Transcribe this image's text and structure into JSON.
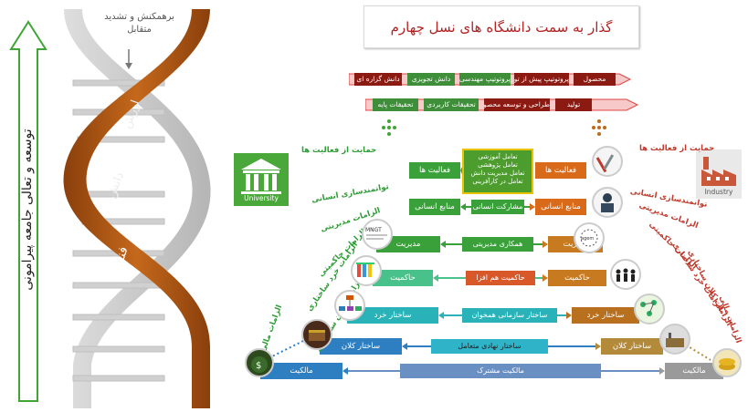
{
  "title": "گذار به سمت دانشگاه های نسل چهارم",
  "left_arrow_label": "توسعه و تعالی جامعه پیرامونی",
  "helix": {
    "top_label_1": "برهمکنش و تشدید",
    "top_label_2": "متقابل",
    "strand_labels": [
      "ارزش",
      "دانش",
      "فناوری"
    ]
  },
  "timeline": {
    "row1": [
      "دانش گزاره ای",
      "دانش تجویزی",
      "پروتوتیپ مهندسی",
      "پروتوتیپ پیش از تولید",
      "محصول"
    ],
    "row2": [
      "تحقیقات پایه",
      "تحقیقات کاربردی",
      "طراحی و توسعه محصول",
      "تولید"
    ]
  },
  "left_side": {
    "icon_label": "University",
    "nodes": [
      "فعالیت ها",
      "منابع انسانی",
      "مدیریت",
      "حاکمیت",
      "ساختار خرد",
      "ساختار کلان",
      "مالکیت"
    ],
    "labels": [
      "حمایت از فعالیت ها",
      "توانمندسازی انسانی",
      "الزامات مدیریتی",
      "الزامات حاکمیتی",
      "الزامات خرد ساختاری",
      "الزامات کلان ساختاری",
      "الزامات مالی"
    ]
  },
  "right_side": {
    "icon_label": "Industry",
    "nodes": [
      "فعالیت ها",
      "منابع انسانی",
      "مدیریت",
      "حاکمیت",
      "ساختار خرد",
      "ساختار کلان",
      "مالکیت"
    ],
    "labels": [
      "حمایت از فعالیت ها",
      "توانمندسازی انسانی",
      "الزامات مدیریتی",
      "الزامات حاکمیتی",
      "الزامات خرد ساختاری",
      "الزامات کلان ساختاری",
      "الزامات مالی"
    ]
  },
  "center": {
    "box_lines": [
      "تعامل آموزشی",
      "تعامل پژوهشی",
      "تعامل مدیریت دانش",
      "تعامل در کارآفرینی"
    ],
    "links": [
      "مشارکت انسانی",
      "همکاری مدیریتی",
      "حاکمیت هم افزا",
      "ساختار سازمانی همخوان",
      "ساختار نهادی متعامل",
      "مالکیت مشترک"
    ]
  },
  "circle_icons": [
    "management-text-icon",
    "building-blocks-icon",
    "org-chart-icon",
    "treasure-icon",
    "money-bag-icon"
  ],
  "colors": {
    "green": "#3aa13a",
    "light_green": "#48c28a",
    "teal": "#29b3b8",
    "blue": "#2e7fc2",
    "gray": "#9a9a9a",
    "orange": "#d96a1a",
    "brown": "#b8701f",
    "red_brown": "#8b1a12",
    "title_red": "#b22222"
  }
}
